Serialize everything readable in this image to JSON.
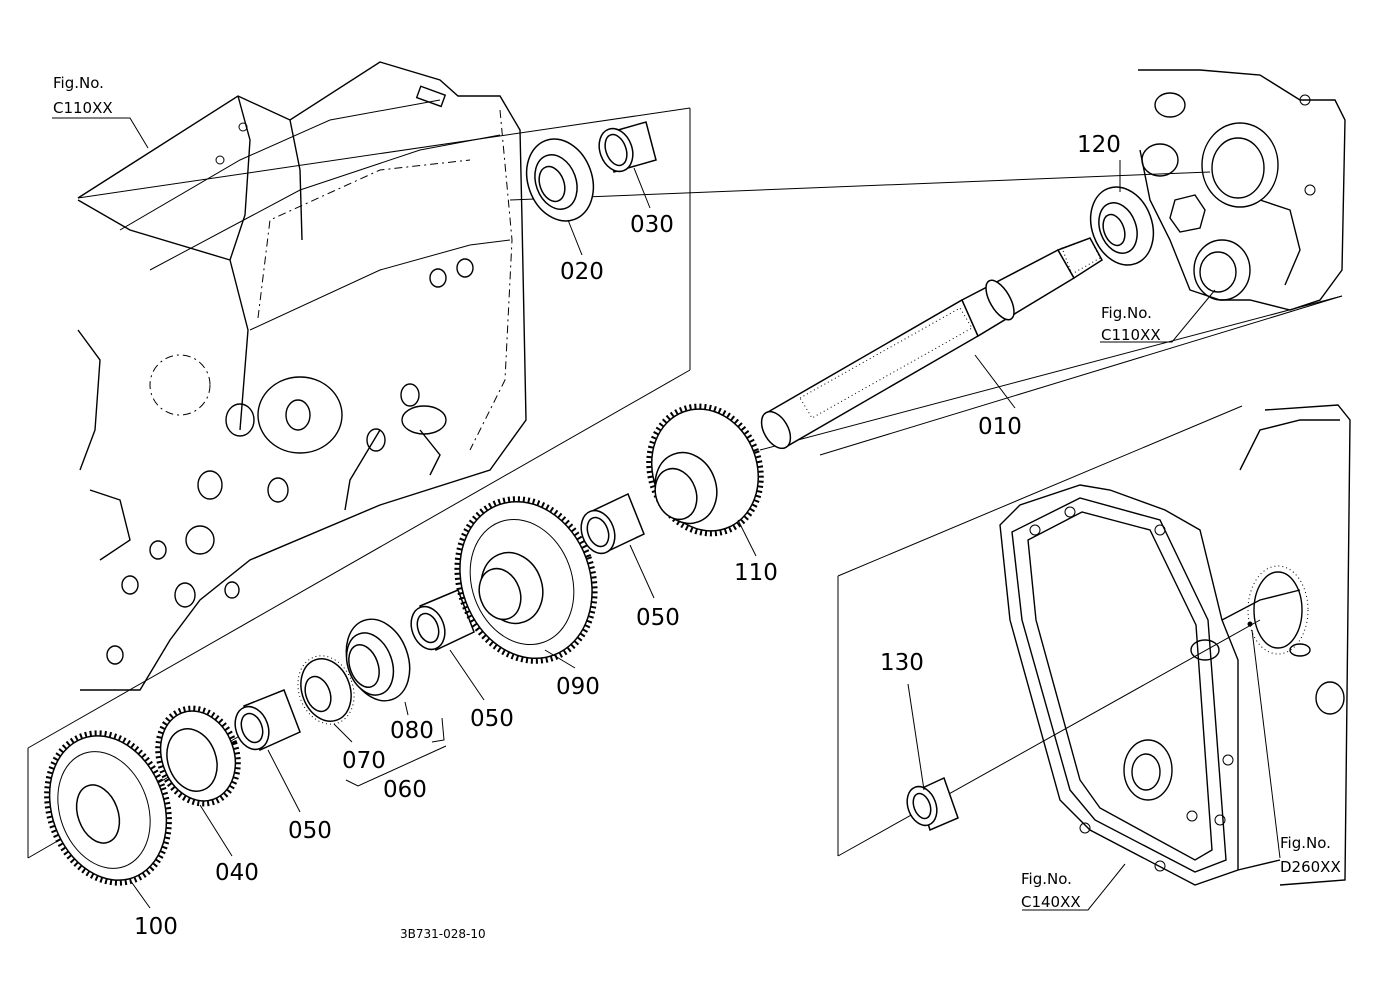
{
  "drawing_code": "3B731-028-10",
  "parts": [
    {
      "no": "010"
    },
    {
      "no": "020"
    },
    {
      "no": "030"
    },
    {
      "no": "040"
    },
    {
      "no": "050"
    },
    {
      "no": "060"
    },
    {
      "no": "070"
    },
    {
      "no": "080"
    },
    {
      "no": "090"
    },
    {
      "no": "100"
    },
    {
      "no": "110"
    },
    {
      "no": "120"
    },
    {
      "no": "130"
    }
  ],
  "callouts_050": [
    "050",
    "050",
    "050"
  ],
  "figure_refs": [
    {
      "line1": "Fig.No.",
      "line2": "C110XX"
    },
    {
      "line1": "Fig.No.",
      "line2": "C110XX"
    },
    {
      "line1": "Fig.No.",
      "line2": "C140XX"
    },
    {
      "line1": "Fig.No.",
      "line2": "D260XX"
    }
  ]
}
